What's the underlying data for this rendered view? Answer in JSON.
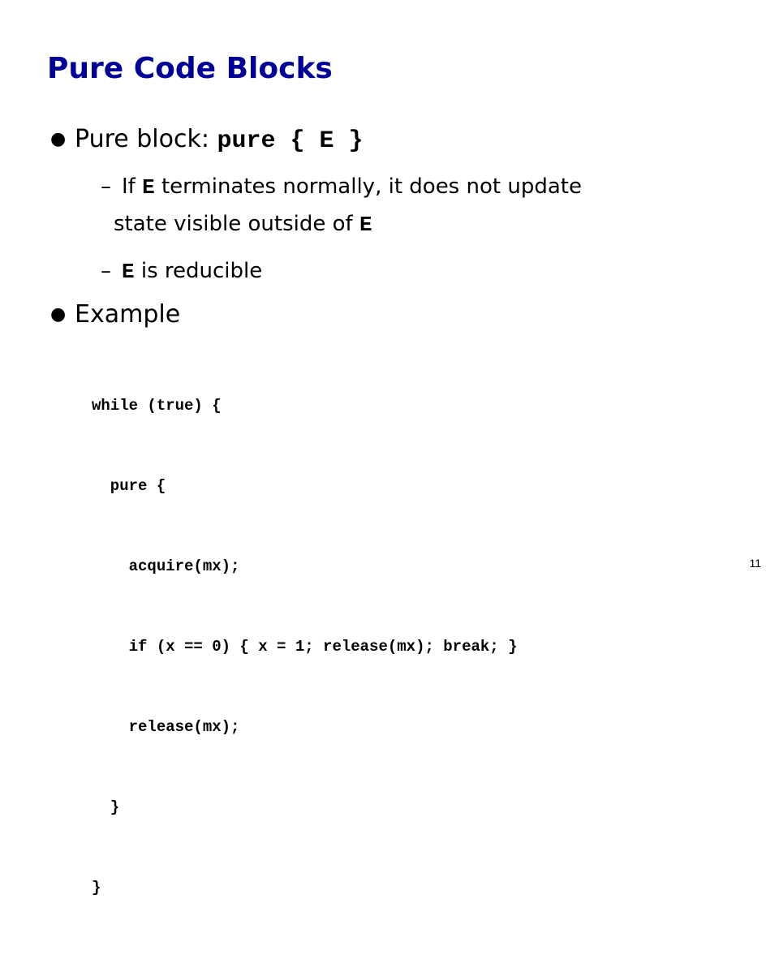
{
  "slide": {
    "title": "Pure Code Blocks",
    "page_number": "11"
  },
  "bullets": [
    {
      "text": "Pure block: ",
      "code": "pure { E }",
      "subitems": [
        {
          "prefix": "If ",
          "code": "E",
          "text": " terminates normally, it does not update",
          "continuation_text": "state visible outside of ",
          "continuation_code": "E"
        },
        {
          "code": "E",
          "text": " is reducible"
        }
      ]
    },
    {
      "text": "Example",
      "code_lines": [
        "while (true) {",
        "  pure {",
        "    acquire(mx);",
        "    if (x == 0) { x = 1; release(mx); break; }",
        "    release(mx);",
        "  }",
        "}"
      ]
    }
  ],
  "icons": {
    "bullet": "bullet-dot-icon",
    "dash": "dash-icon"
  },
  "colors": {
    "title": "#000099",
    "text": "#000000",
    "background": "#ffffff"
  }
}
